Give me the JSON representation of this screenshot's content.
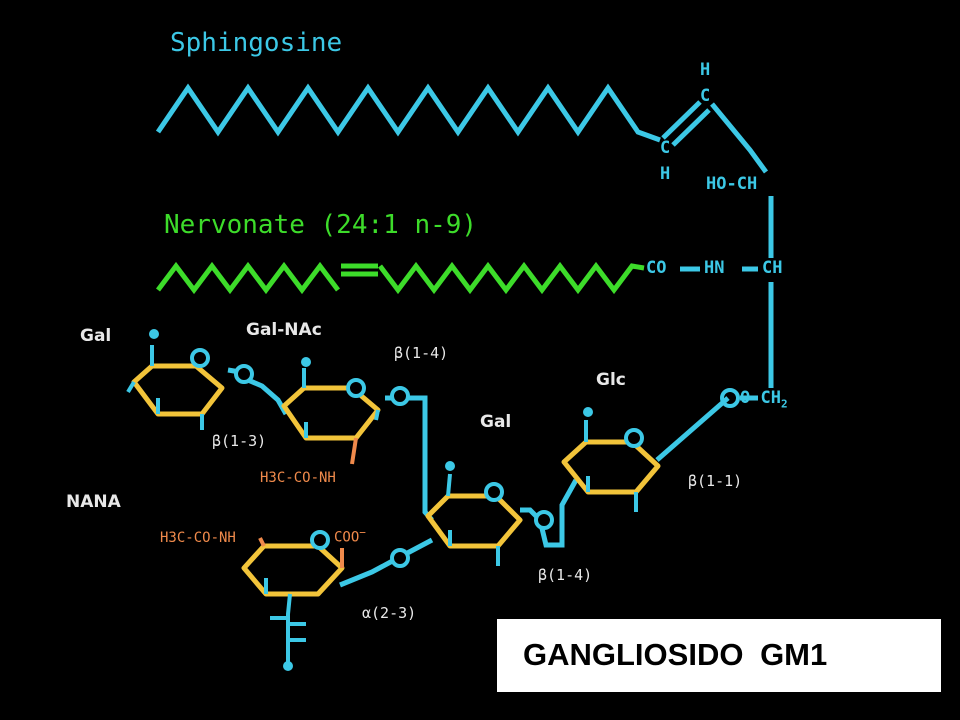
{
  "labels": {
    "sphingosine": "Sphingosine",
    "nervonate": "Nervonate (24:1 n-9)",
    "h_top": "H",
    "c_top": "C",
    "c_mid": "C",
    "h_mid": "H",
    "ho_ch": "HO-CH",
    "co": "CO",
    "hn": "HN",
    "ch_amide": "CH",
    "o_ch2": "O-CH",
    "ch2_sub": "2",
    "gal_top": "Gal",
    "galnac": "Gal-NAc",
    "gal_mid": "Gal",
    "glc": "Glc",
    "nana": "NANA",
    "beta_13": "β(1-3)",
    "beta_14_top": "β(1-4)",
    "beta_14_bottom": "β(1-4)",
    "beta_11": "β(1-1)",
    "alpha_23": "α(2-3)",
    "h3c_co_nh_galnac": "H3C-CO-NH",
    "h3c_co_nh_nana": "H3C-CO-NH",
    "coo": "COO",
    "coo_charge": "−"
  },
  "title_box": {
    "text": "GANGLIOSIDO  GM1"
  },
  "colors": {
    "sphingosine": "#3cc8e6",
    "nervonate": "#3ddc2a",
    "ring": "#f2c43a",
    "substituent": "#f08a4b",
    "label": "#e8e8e8",
    "background": "#000000"
  }
}
